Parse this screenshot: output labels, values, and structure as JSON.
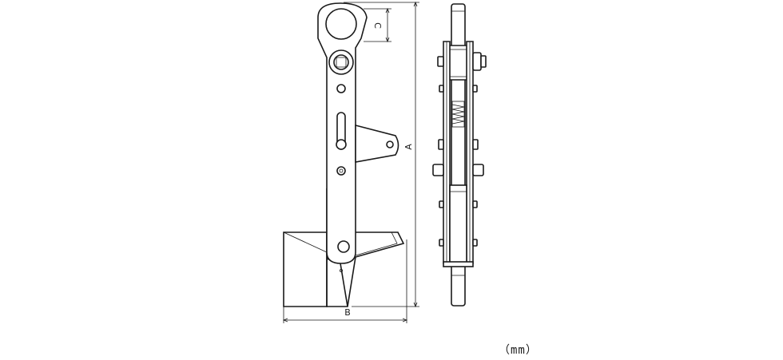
{
  "dimensions": {
    "a_label": "A",
    "b_label": "B",
    "c_label": "C"
  },
  "unit_label": "（mm）"
}
